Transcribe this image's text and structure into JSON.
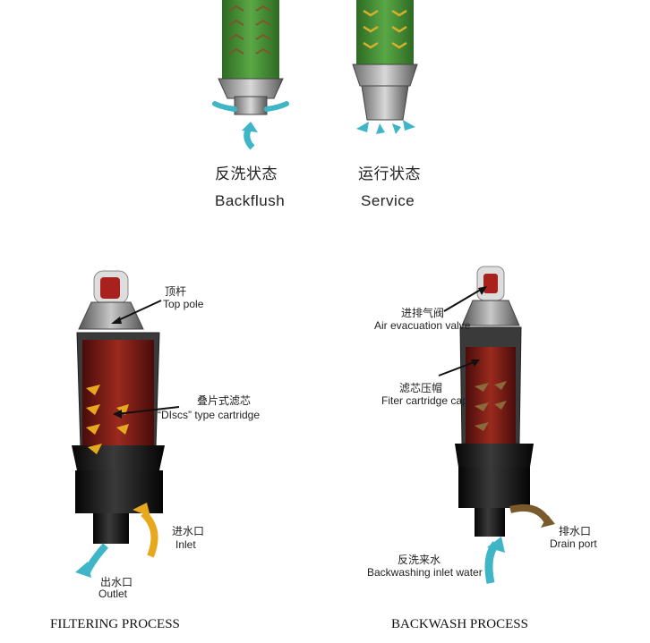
{
  "top_states": [
    {
      "zh": "反洗状态",
      "en": "Backflush"
    },
    {
      "zh": "运行状态",
      "en": "Service"
    }
  ],
  "filtering": {
    "caption": "FILTERING PROCESS",
    "labels": [
      {
        "zh": "顶杆",
        "en": "Top pole"
      },
      {
        "zh": "叠片式滤芯",
        "en": "“DIscs” type cartridge"
      },
      {
        "zh": "进水口",
        "en": "Inlet"
      },
      {
        "zh": "出水口",
        "en": "Outlet"
      }
    ]
  },
  "backwash": {
    "caption": "BACKWASH PROCESS",
    "labels": [
      {
        "zh": "进排气阀",
        "en": "Air evacuation valve"
      },
      {
        "zh": "滤芯压帽",
        "en": "Fiter cartridge cap"
      },
      {
        "zh": "排水口",
        "en": "Drain port"
      },
      {
        "zh": "反洗来水",
        "en": "Backwashing inlet water"
      }
    ]
  },
  "colors": {
    "stack_green": "#3f8a2e",
    "cartridge_red": "#7d1a16",
    "flow_orange": "#e3a21a",
    "flow_brown": "#7a5a2a",
    "water_blue": "#3fb6c8",
    "body_black": "#1a1a1a"
  }
}
